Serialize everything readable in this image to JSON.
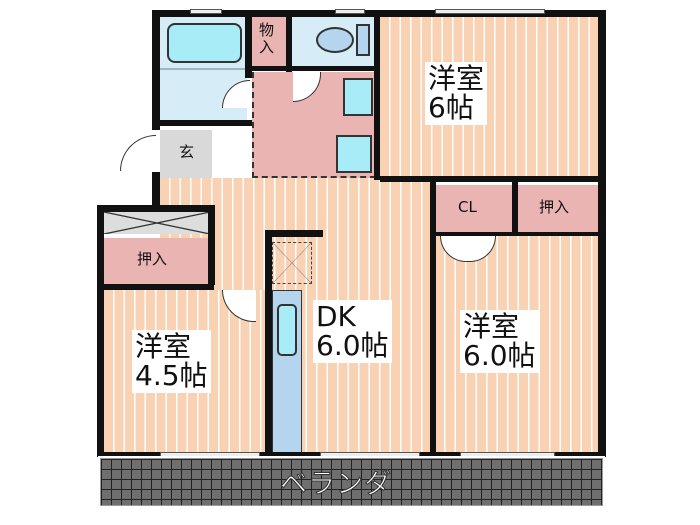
{
  "rooms": {
    "bedroom_top": {
      "name": "洋室",
      "size": "6帖"
    },
    "bedroom_right": {
      "name": "洋室",
      "size": "6.0帖"
    },
    "bedroom_left": {
      "name": "洋室",
      "size": "4.5帖"
    },
    "dk": {
      "name": "DK",
      "size": "6.0帖"
    },
    "entrance": "玄",
    "storage_small": "物入",
    "closet_left": "押入",
    "closet_right": "押入",
    "cl": "CL",
    "veranda": "ベランダ"
  },
  "colors": {
    "floor": "#f9d2b4",
    "storage": "#e9b4b2",
    "water": "#a8ecf7",
    "wall": "#111111",
    "veranda": "#6f6f6f"
  }
}
